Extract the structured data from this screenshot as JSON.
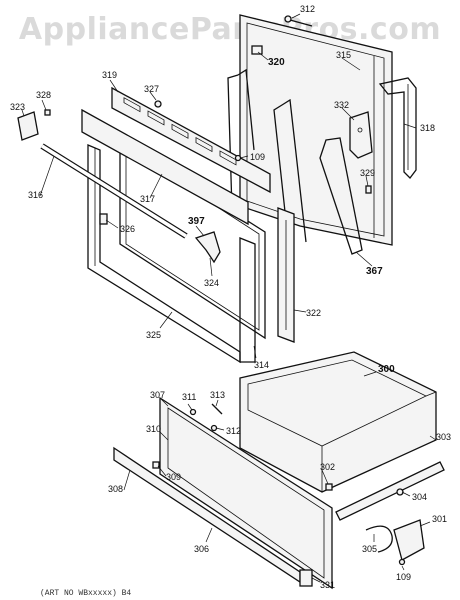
{
  "watermark": "AppliancePartsPros.com",
  "footer": "(ART NO WBxxxxx) B4",
  "labels": {
    "p312": "312",
    "p315": "315",
    "p318": "318",
    "p320": "320",
    "p332": "332",
    "p329": "329",
    "p367": "367",
    "p319": "319",
    "p327": "327",
    "p328": "328",
    "p323": "323",
    "p109a": "109",
    "p316": "316",
    "p317": "317",
    "p326": "326",
    "p397": "397",
    "p324": "324",
    "p322": "322",
    "p325": "325",
    "p314": "314",
    "p300": "300",
    "p303": "303",
    "p307": "307",
    "p311": "311",
    "p313": "313",
    "p312b": "312",
    "p310": "310",
    "p302": "302",
    "p309": "309",
    "p308": "308",
    "p304": "304",
    "p301": "301",
    "p305": "305",
    "p306": "306",
    "p109b": "109",
    "p331": "331"
  }
}
